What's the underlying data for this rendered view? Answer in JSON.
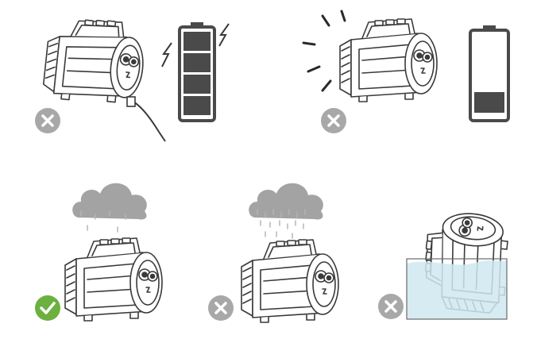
{
  "colors": {
    "outline": "#3a3a3a",
    "battery_fill": "#4a4a4a",
    "cloud": "#a3a3a3",
    "cross_badge": "#a8a8a8",
    "check_badge": "#6cb13f",
    "water": "#cfe8f0",
    "water_edge": "#7fb6c9"
  },
  "panels": [
    {
      "id": "charging-full-battery",
      "status": "not-allowed",
      "icon": "cross-icon"
    },
    {
      "id": "low-battery",
      "status": "not-allowed",
      "icon": "cross-icon"
    },
    {
      "id": "light-rain",
      "status": "allowed",
      "icon": "check-icon"
    },
    {
      "id": "heavy-rain",
      "status": "not-allowed",
      "icon": "cross-icon"
    },
    {
      "id": "submerged-in-water",
      "status": "not-allowed",
      "icon": "cross-icon"
    }
  ],
  "battery_levels": {
    "full": 1.0,
    "low": 0.25
  }
}
